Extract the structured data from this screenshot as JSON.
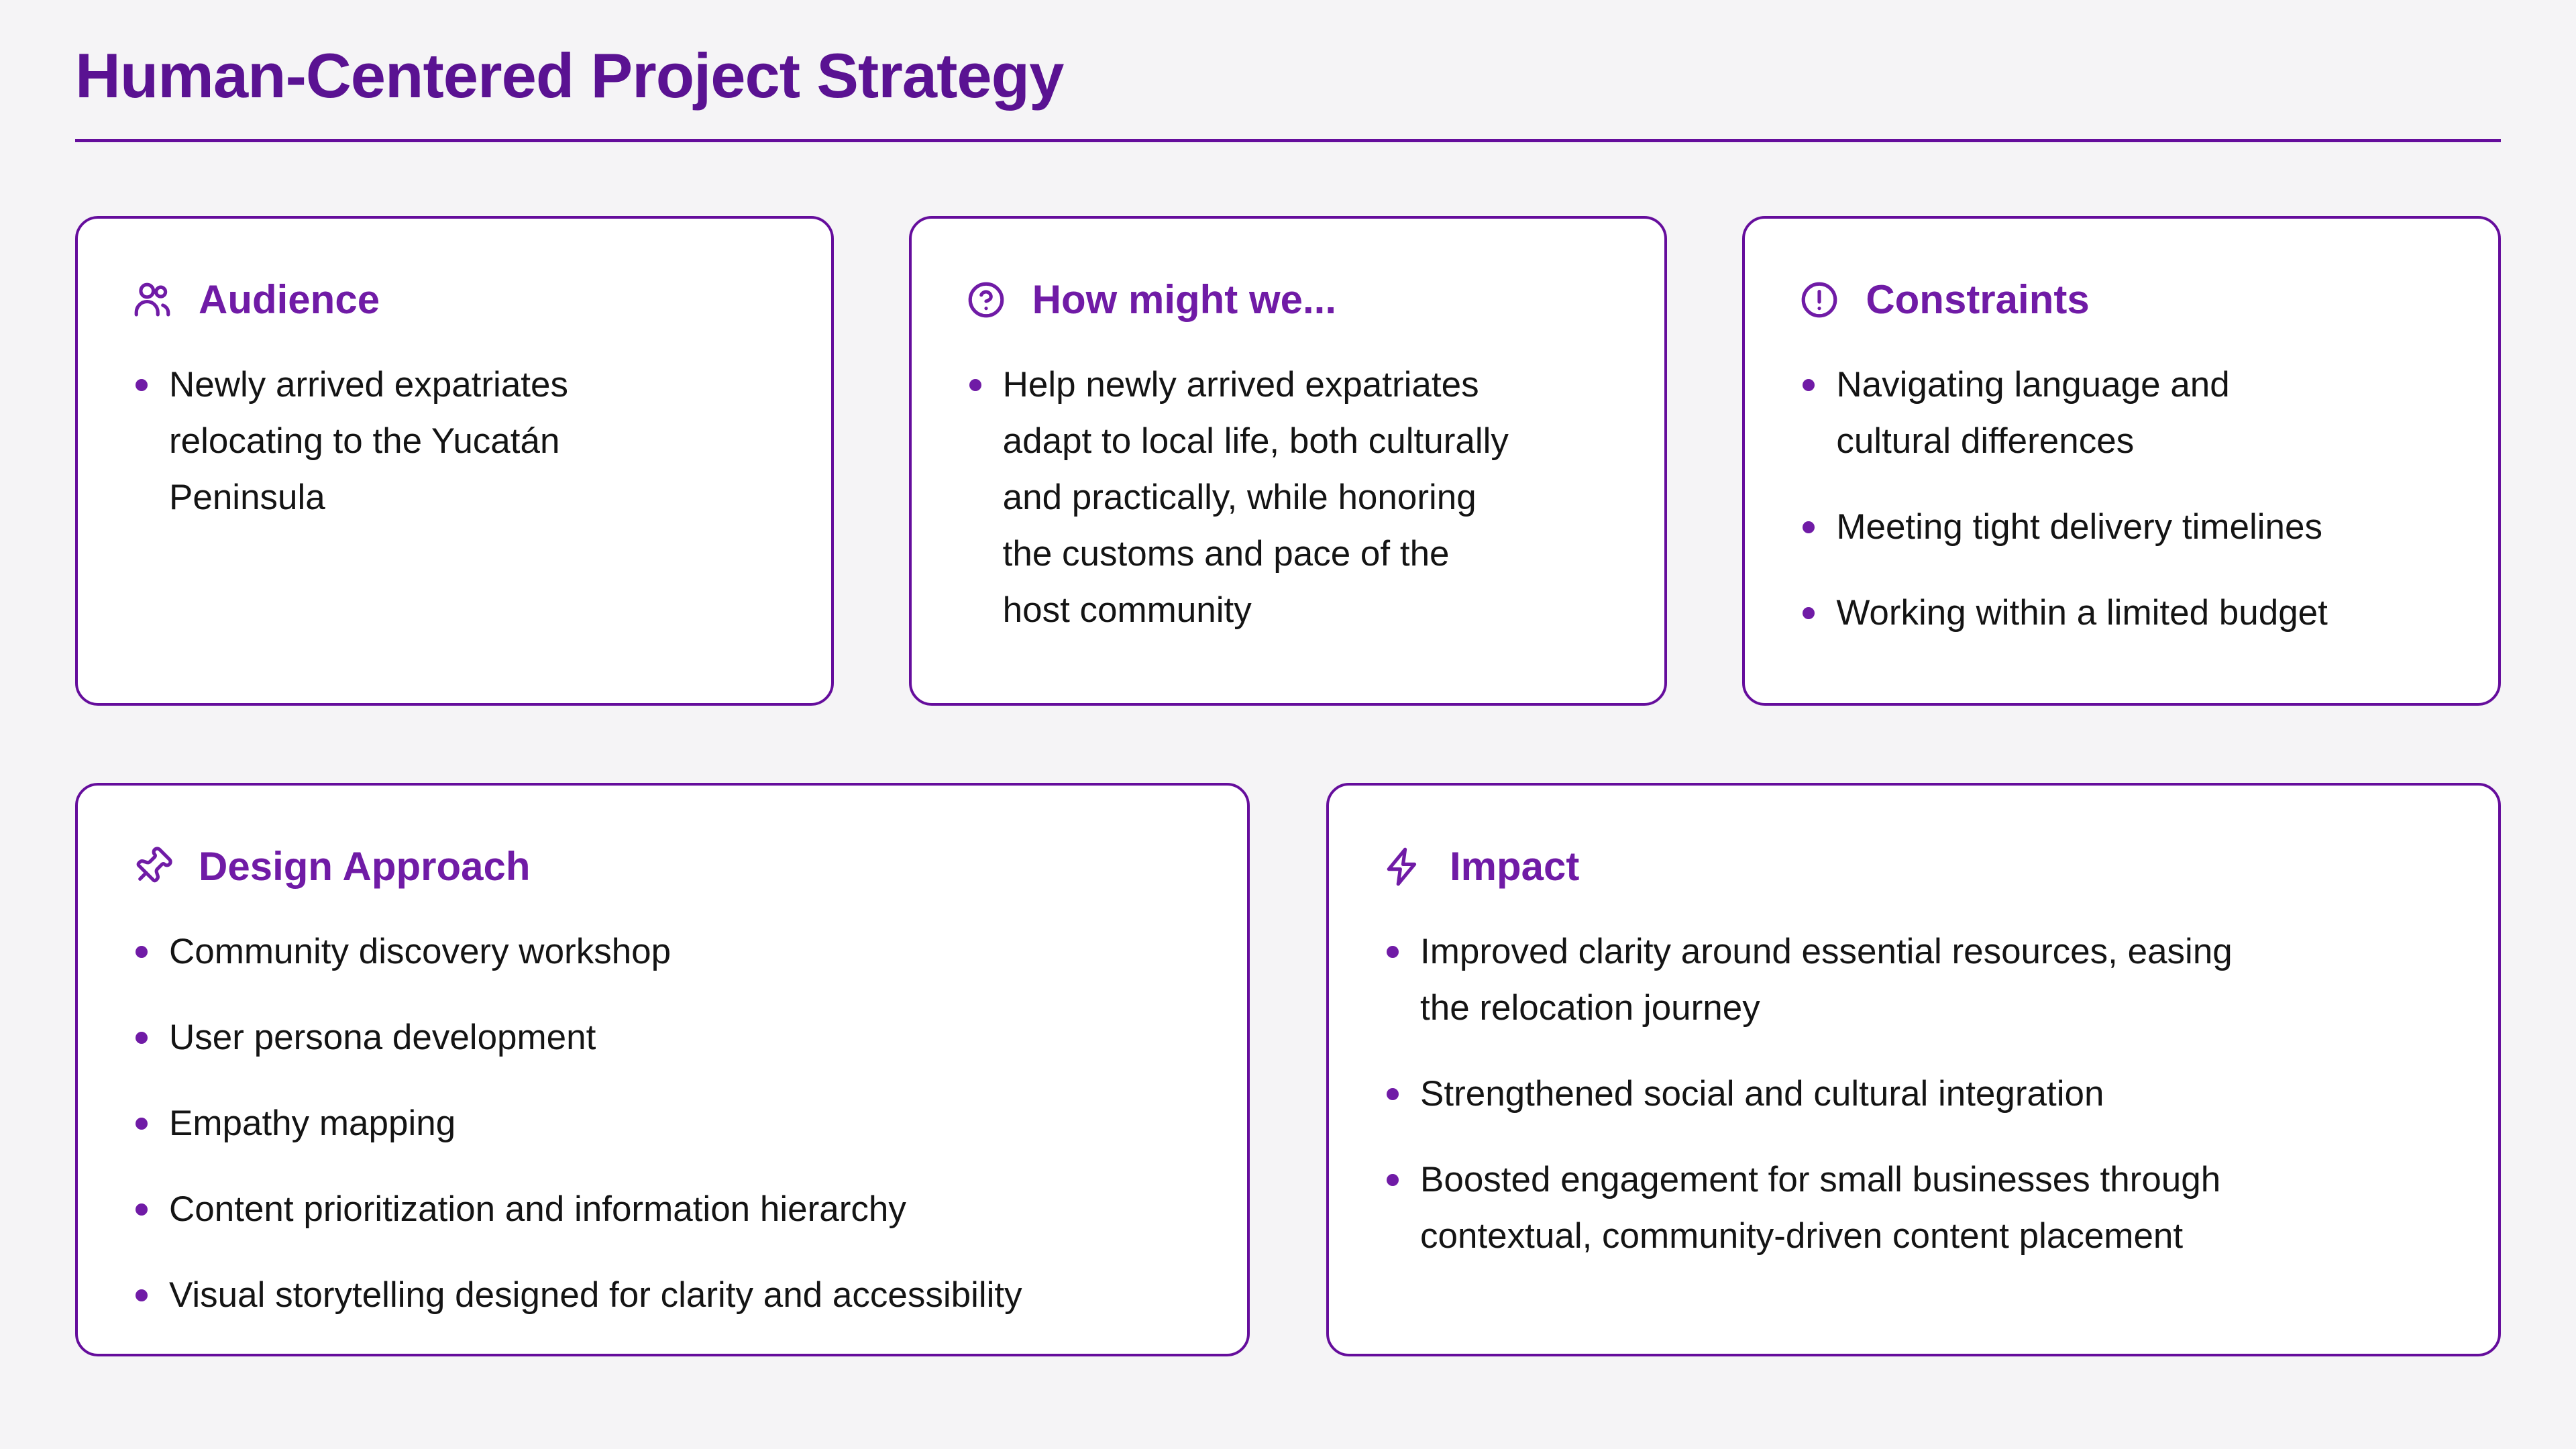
{
  "page": {
    "title": "Human-Centered Project Strategy"
  },
  "theme": {
    "title-color": "#5a1292",
    "accent": "#701ba6",
    "rule-color": "#650d9c",
    "border-color": "#650d9c",
    "page-bg": "#f5f4f6",
    "card-bg": "#ffffff",
    "text-color": "#141414"
  },
  "cards": [
    {
      "id": "audience",
      "icon": "users-icon",
      "title": "Audience",
      "bullets": [
        "Newly arrived expatriates\nrelocating to the Yucatán\nPeninsula"
      ]
    },
    {
      "id": "how-might-we",
      "icon": "help-circle-icon",
      "title": "How might we...",
      "bullets": [
        "Help newly arrived expatriates\nadapt to local life, both culturally\nand practically, while honoring\nthe customs and pace of the\nhost community"
      ]
    },
    {
      "id": "constraints",
      "icon": "alert-circle-icon",
      "title": "Constraints",
      "bullets": [
        "Navigating language and\ncultural differences",
        "Meeting tight delivery timelines",
        "Working within a limited budget"
      ]
    },
    {
      "id": "design-approach",
      "icon": "pin-icon",
      "title": "Design Approach",
      "bullets": [
        "Community discovery workshop",
        "User persona development",
        "Empathy mapping",
        "Content prioritization and information hierarchy",
        "Visual storytelling designed for clarity and accessibility"
      ]
    },
    {
      "id": "impact",
      "icon": "zap-icon",
      "title": "Impact",
      "bullets": [
        "Improved clarity around essential resources, easing\nthe relocation journey",
        "Strengthened social and cultural integration",
        "Boosted engagement for small businesses through\ncontextual, community-driven content placement"
      ]
    }
  ]
}
